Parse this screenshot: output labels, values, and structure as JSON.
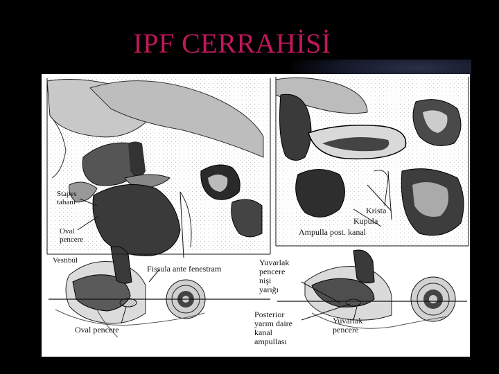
{
  "slide": {
    "title": "IPF  CERRAHİSİ",
    "title_color": "#c2185b",
    "background": "#000000"
  },
  "figure": {
    "labels": {
      "stapes_tabani": "Stapes\ntabanı",
      "oval_pencere_top": "Oval\npencere",
      "vestibul": "Vestibül",
      "fissula": "Fissula ante fenestram",
      "krista": "Krista",
      "kupula": "Kupula",
      "ampulla": "Ampulla post. kanal",
      "yuvarlak_pencere_nisi": "Yuvarlak\npencere\nnişi\nyarığı",
      "oval_pencere_bottom": "Oval pencere",
      "posterior": "Posterior\nyarım daire\nkanal\nampullası",
      "yuvarlak_pencere": "Yuvarlak\npencere"
    }
  }
}
